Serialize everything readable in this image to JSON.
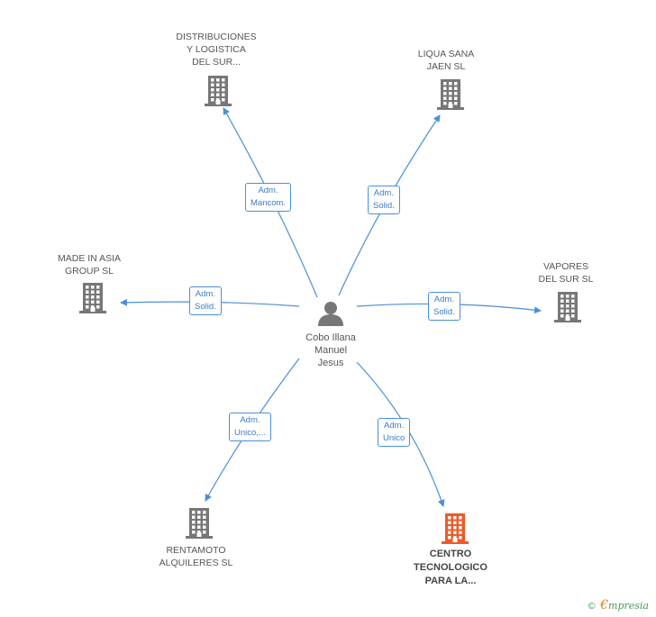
{
  "center": {
    "name": "Cobo Illana\nManuel\nJesus",
    "icon": "person-icon"
  },
  "companies": [
    {
      "id": "distribuciones",
      "name": "DISTRIBUCIONES\nY LOGISTICA\nDEL SUR...",
      "icon": "building-icon",
      "highlight": false
    },
    {
      "id": "liqua",
      "name": "LIQUA SANA\nJAEN  SL",
      "icon": "building-icon",
      "highlight": false
    },
    {
      "id": "made-in-asia",
      "name": "MADE IN ASIA\nGROUP  SL",
      "icon": "building-icon",
      "highlight": false
    },
    {
      "id": "vapores",
      "name": "VAPORES\nDEL SUR SL",
      "icon": "building-icon",
      "highlight": false
    },
    {
      "id": "rentamoto",
      "name": "RENTAMOTO\nALQUILERES SL",
      "icon": "building-icon",
      "highlight": false
    },
    {
      "id": "centro",
      "name": "CENTRO\nTECNOLOGICO\nPARA LA...",
      "icon": "building-icon",
      "highlight": true
    }
  ],
  "relations": [
    {
      "to": "distribuciones",
      "label": "Adm.\nMancom."
    },
    {
      "to": "liqua",
      "label": "Adm.\nSolid."
    },
    {
      "to": "made-in-asia",
      "label": "Adm.\nSolid."
    },
    {
      "to": "vapores",
      "label": "Adm.\nSolid."
    },
    {
      "to": "rentamoto",
      "label": "Adm.\nUnico,..."
    },
    {
      "to": "centro",
      "label": "Adm.\nUnico"
    }
  ],
  "colors": {
    "edge": "#4a90d9",
    "building": "#777777",
    "building_highlight": "#f05a28",
    "person": "#777777"
  },
  "footer": {
    "copyright": "©",
    "brand_initial": "€",
    "brand_rest": "mpresia"
  }
}
